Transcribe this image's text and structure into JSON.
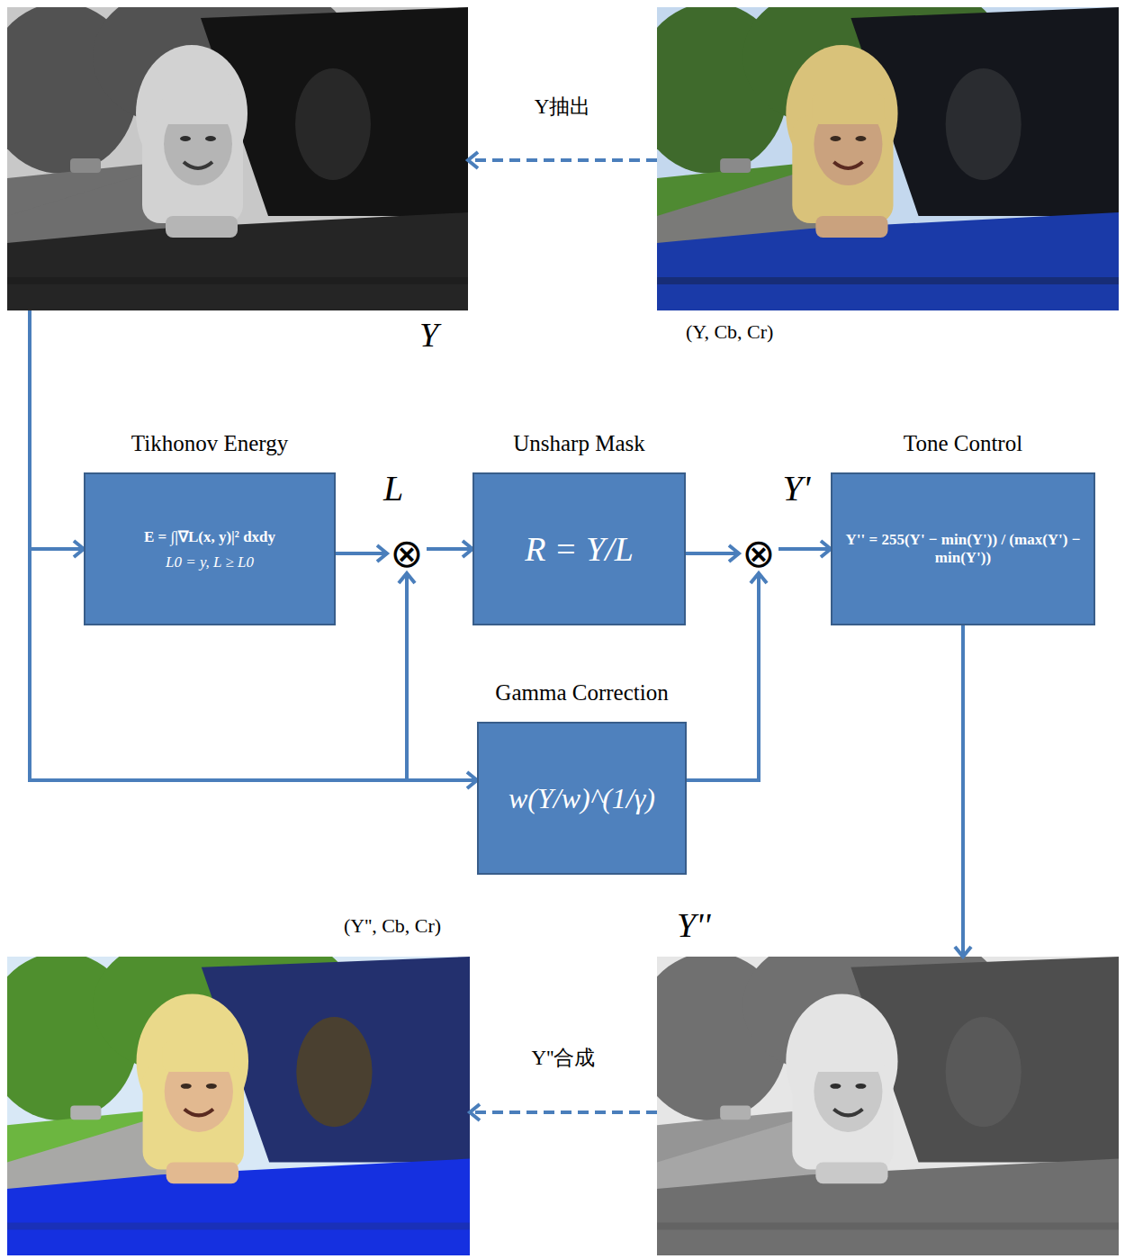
{
  "diagram": {
    "nodes": [
      {
        "text": [
          "Y"
        ]
      },
      {
        "text": [
          "(Y, Cb, Cr)"
        ]
      },
      {
        "text": [
          "Tikhonov Energy",
          "E = ∫|∇L(x, y)|² dxdy",
          "L0 = y, L ≥ L0"
        ]
      },
      {
        "text": [
          "⊗"
        ]
      },
      {
        "text": [
          "Unsharp Mask",
          "R = Y/L"
        ]
      },
      {
        "text": [
          "⊗"
        ]
      },
      {
        "text": [
          "Tone Control",
          "Y'' = 255(Y' − min(Y')) / (max(Y') − min(Y'))"
        ]
      },
      {
        "text": [
          "Gamma Correction",
          "w(Y/w)^(1/γ)"
        ]
      },
      {
        "text": [
          "(Y'', Cb, Cr)"
        ]
      },
      {
        "text": [
          "Y''"
        ]
      }
    ],
    "edges": [
      {
        "from": 1,
        "to": 0,
        "arrow": "to",
        "label": "Y抽出"
      },
      {
        "from": 0,
        "to": 2,
        "arrow": "to"
      },
      {
        "from": 0,
        "to": 3,
        "arrow": "to"
      },
      {
        "from": 0,
        "to": 7,
        "arrow": "to"
      },
      {
        "from": 2,
        "to": 3,
        "arrow": "to"
      },
      {
        "from": 3,
        "to": 4,
        "arrow": "to"
      },
      {
        "from": 4,
        "to": 5,
        "arrow": "to"
      },
      {
        "from": 7,
        "to": 5,
        "arrow": "to"
      },
      {
        "from": 5,
        "to": 6,
        "arrow": "to"
      },
      {
        "from": 6,
        "to": 9,
        "arrow": "to"
      },
      {
        "from": 9,
        "to": 8,
        "arrow": "to",
        "label": "Y''合成"
      }
    ],
    "labels": [
      "L",
      "Y'"
    ]
  }
}
